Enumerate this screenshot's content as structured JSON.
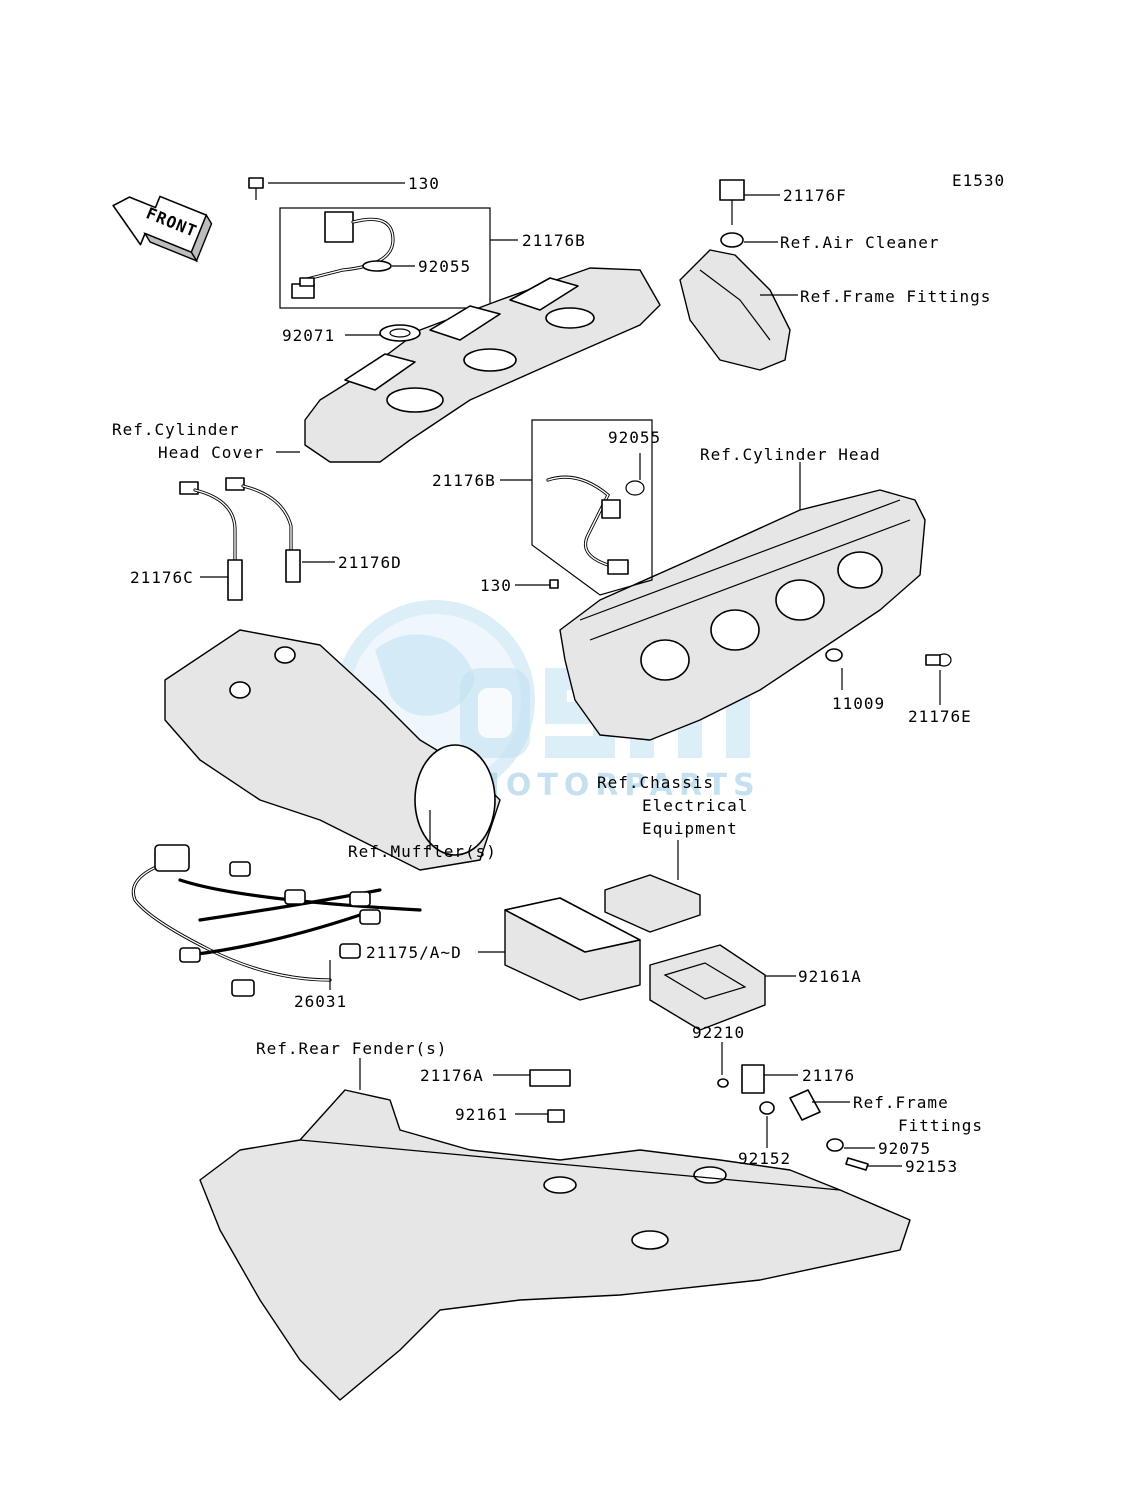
{
  "diagram_code": "E1530",
  "front_label": "FRONT",
  "watermark": {
    "logo": "OSM",
    "sub": "MOTORPARTS"
  },
  "labels": {
    "p130_top": "130",
    "p21176F": "21176F",
    "ref_air_cleaner": "Ref.Air Cleaner",
    "p21176B_top": "21176B",
    "p92055_top": "92055",
    "ref_frame_fittings_top": "Ref.Frame Fittings",
    "p92071": "92071",
    "ref_cyl_head_cover_1": "Ref.Cylinder",
    "ref_cyl_head_cover_2": "Head Cover",
    "p92055_mid": "92055",
    "ref_cylinder_head": "Ref.Cylinder Head",
    "p21176B_mid": "21176B",
    "p21176D": "21176D",
    "p21176C": "21176C",
    "p130_mid": "130",
    "p11009": "11009",
    "p21176E": "21176E",
    "ref_chassis_1": "Ref.Chassis",
    "ref_chassis_2": "Electrical",
    "ref_chassis_3": "Equipment",
    "ref_muffler": "Ref.Muffler(s)",
    "p21175": "21175/A~D",
    "p92161A": "92161A",
    "p26031": "26031",
    "p92210": "92210",
    "ref_rear_fender": "Ref.Rear Fender(s)",
    "p21176A": "21176A",
    "p21176": "21176",
    "ref_frame_fittings_bot_1": "Ref.Frame",
    "ref_frame_fittings_bot_2": "Fittings",
    "p92161": "92161",
    "p92075": "92075",
    "p92152": "92152",
    "p92153": "92153"
  }
}
